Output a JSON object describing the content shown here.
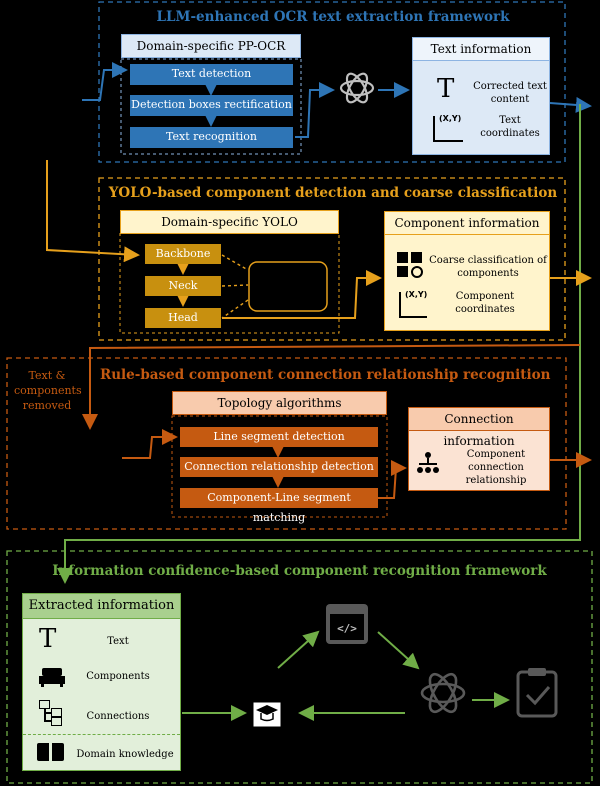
{
  "colors": {
    "blue": "#2e75b6",
    "blue_box": "#dde9f6",
    "orange": "#e6a01c",
    "orange_box": "#fff4cc",
    "orange_step": "#c8900f",
    "red": "#c55a11",
    "red_box": "#f8cbad",
    "green": "#70ad47",
    "green_box": "#e2efda"
  },
  "ocr": {
    "title": "LLM-enhanced OCR text extraction framework",
    "ppocr_header": "Domain-specific PP-OCR",
    "steps": [
      "Text detection",
      "Detection boxes rectification",
      "Text recognition"
    ],
    "info_header": "Text information",
    "info_corrected": "Corrected text content",
    "info_coords_glyph": "(X,Y)",
    "info_coords": "Text coordinates"
  },
  "yolo": {
    "title": "YOLO-based component detection and coarse classification",
    "model_header": "Domain-specific YOLO",
    "steps": [
      "Backbone",
      "Neck",
      "Head"
    ],
    "info_header": "Component information",
    "info_class": "Coarse classification of components",
    "info_coords_glyph": "(X,Y)",
    "info_coords": "Component coordinates"
  },
  "rule": {
    "title": "Rule-based component connection relationship recognition",
    "side_label": "Text & components removed",
    "topo_header": "Topology algorithms",
    "steps": [
      "Line segment detection",
      "Connection relationship detection",
      "Component-Line segment matching"
    ],
    "info_header": "Connection information",
    "info_relation": "Component connection relationship"
  },
  "conf": {
    "title": "Information confidence-based component recognition framework",
    "extracted_header": "Extracted information",
    "items": [
      "Text",
      "Components",
      "Connections",
      "Domain knowledge"
    ]
  }
}
